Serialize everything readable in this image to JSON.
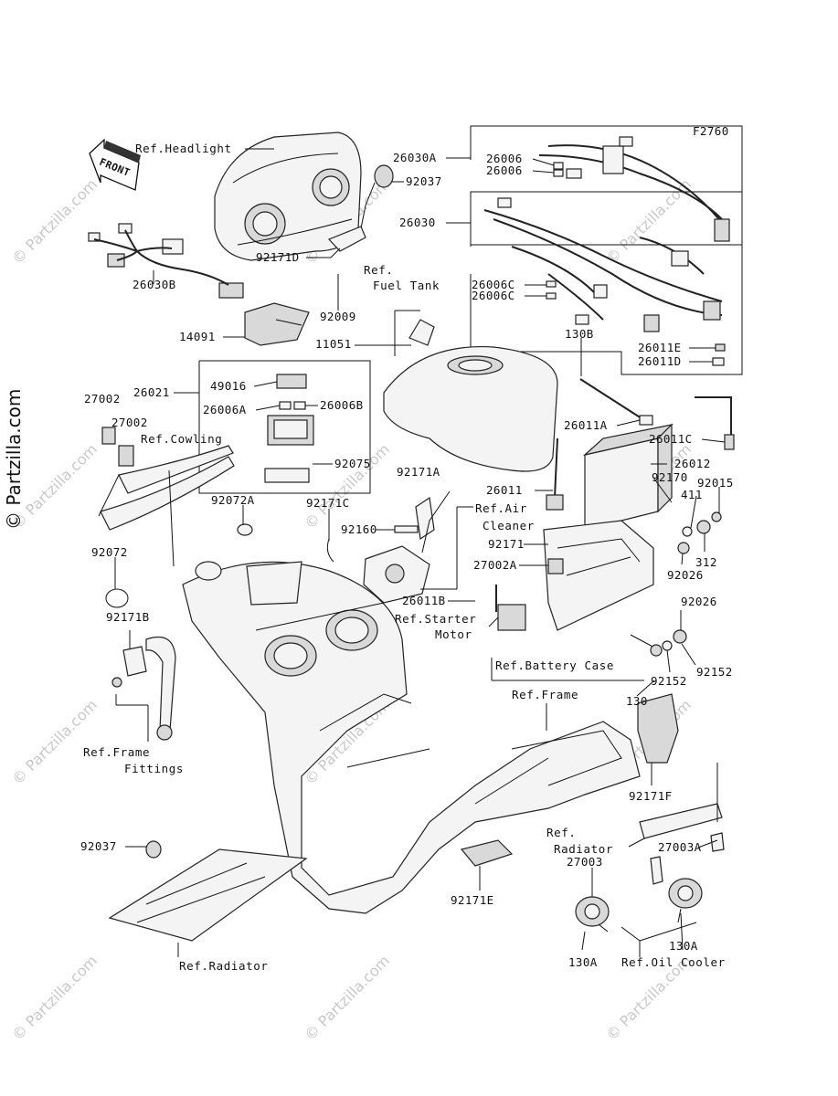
{
  "figure_code": "F2760",
  "front_label": "FRONT",
  "side_watermark": "© Partzilla.com",
  "watermark_text": "© Partzilla.com",
  "labels": {
    "ref_headlight": "Ref.Headlight",
    "p26030a": "26030A",
    "p26006_1": "26006",
    "p26006_2": "26006",
    "p92037_top": "92037",
    "p26030": "26030",
    "p92171d": "92171D",
    "ref_fuel_tank_1": "Ref.",
    "ref_fuel_tank_2": "Fuel Tank",
    "p26030b": "26030B",
    "p26006c_1": "26006C",
    "p26006c_2": "26006C",
    "p92009": "92009",
    "p14091": "14091",
    "p11051": "11051",
    "p130b": "130B",
    "p26011e": "26011E",
    "p26011d": "26011D",
    "p49016": "49016",
    "p27002_1": "27002",
    "p26021": "26021",
    "p26006a": "26006A",
    "p26006b": "26006B",
    "p26011a": "26011A",
    "p27002_2": "27002",
    "ref_cowling": "Ref.Cowling",
    "p26011c": "26011C",
    "p92075": "92075",
    "p26012": "26012",
    "p92171a": "92171A",
    "p26011": "26011",
    "p92170": "92170",
    "p92015": "92015",
    "p92072a": "92072A",
    "p92171c": "92171C",
    "ref_air_1": "Ref.Air",
    "ref_air_2": "Cleaner",
    "p411": "411",
    "p92160": "92160",
    "p92171": "92171",
    "p92072": "92072",
    "p27002a": "27002A",
    "p312": "312",
    "p92026_1": "92026",
    "p26011b": "26011B",
    "p92171b": "92171B",
    "ref_starter_1": "Ref.Starter",
    "ref_starter_2": "Motor",
    "p92026_2": "92026",
    "ref_battery_case": "Ref.Battery Case",
    "p92152_1": "92152",
    "p92152_2": "92152",
    "ref_frame": "Ref.Frame",
    "p130": "130",
    "ref_frame_fittings_1": "Ref.Frame",
    "ref_frame_fittings_2": "Fittings",
    "p92171f": "92171F",
    "ref_radiator_r1": "Ref.",
    "ref_radiator_r2": "Radiator",
    "p92037_bottom": "92037",
    "p27003": "27003",
    "p27003a": "27003A",
    "p92171e": "92171E",
    "p130a_1": "130A",
    "p130a_2": "130A",
    "ref_radiator_bottom": "Ref.Radiator",
    "ref_oil_cooler": "Ref.Oil Cooler"
  }
}
